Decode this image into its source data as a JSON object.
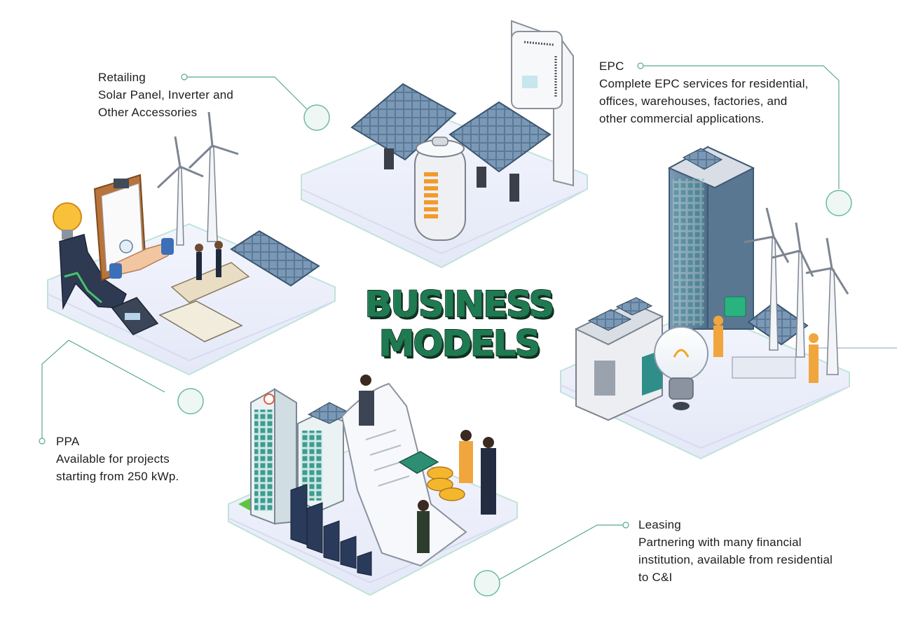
{
  "title": {
    "line1": "BUSINESS",
    "line2": "MODELS"
  },
  "models": {
    "retailing": {
      "name": "Retailing",
      "description_lines": [
        "Solar Panel, Inverter and",
        "Other Accessories"
      ]
    },
    "epc": {
      "name": "EPC",
      "description_lines": [
        "Complete EPC services for residential,",
        "offices, warehouses, factories, and",
        "other commercial applications."
      ]
    },
    "ppa": {
      "name": "PPA",
      "description_lines": [
        "Available for projects",
        "starting from 250 kWp."
      ]
    },
    "leasing": {
      "name": "Leasing",
      "description_lines": [
        "Partnering with many financial",
        "institution, available from residential",
        "to C&I"
      ]
    }
  },
  "colors": {
    "connector": "#5aa898",
    "platform": "#eef1fb",
    "platform_edge": "#bfe3d9",
    "title_green": "#1e7a50",
    "panel": "#4f6e8a",
    "tower": "#6b8aa4"
  },
  "icons": [
    "solar-panel-icon",
    "battery-icon",
    "inverter-icon",
    "wind-turbine-icon",
    "light-bulb-icon",
    "contract-icon",
    "handshake-icon",
    "building-icon",
    "warehouse-icon",
    "worker-icon",
    "bar-chart-icon",
    "coin-stack-icon",
    "cash-icon"
  ]
}
